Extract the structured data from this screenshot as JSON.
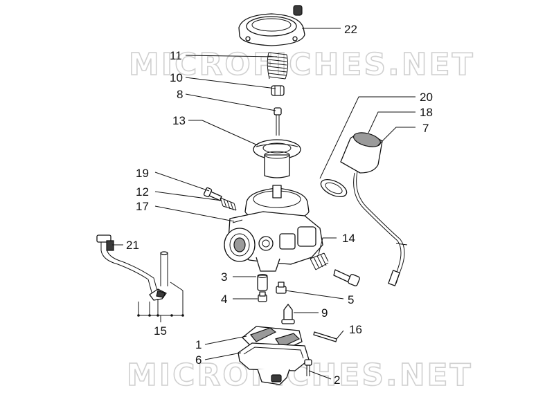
{
  "watermark": {
    "text": "MICROFICHES.NET"
  },
  "callouts": [
    {
      "id": "22",
      "label": "22"
    },
    {
      "id": "11",
      "label": "11"
    },
    {
      "id": "10",
      "label": "10"
    },
    {
      "id": "8",
      "label": "8"
    },
    {
      "id": "13",
      "label": "13"
    },
    {
      "id": "20",
      "label": "20"
    },
    {
      "id": "18",
      "label": "18"
    },
    {
      "id": "7",
      "label": "7"
    },
    {
      "id": "19",
      "label": "19"
    },
    {
      "id": "12",
      "label": "12"
    },
    {
      "id": "17",
      "label": "17"
    },
    {
      "id": "21",
      "label": "21"
    },
    {
      "id": "14",
      "label": "14"
    },
    {
      "id": "3",
      "label": "3"
    },
    {
      "id": "4",
      "label": "4"
    },
    {
      "id": "5",
      "label": "5"
    },
    {
      "id": "9",
      "label": "9"
    },
    {
      "id": "15",
      "label": "15"
    },
    {
      "id": "16",
      "label": "16"
    },
    {
      "id": "1",
      "label": "1"
    },
    {
      "id": "6",
      "label": "6"
    },
    {
      "id": "2",
      "label": "2"
    }
  ]
}
